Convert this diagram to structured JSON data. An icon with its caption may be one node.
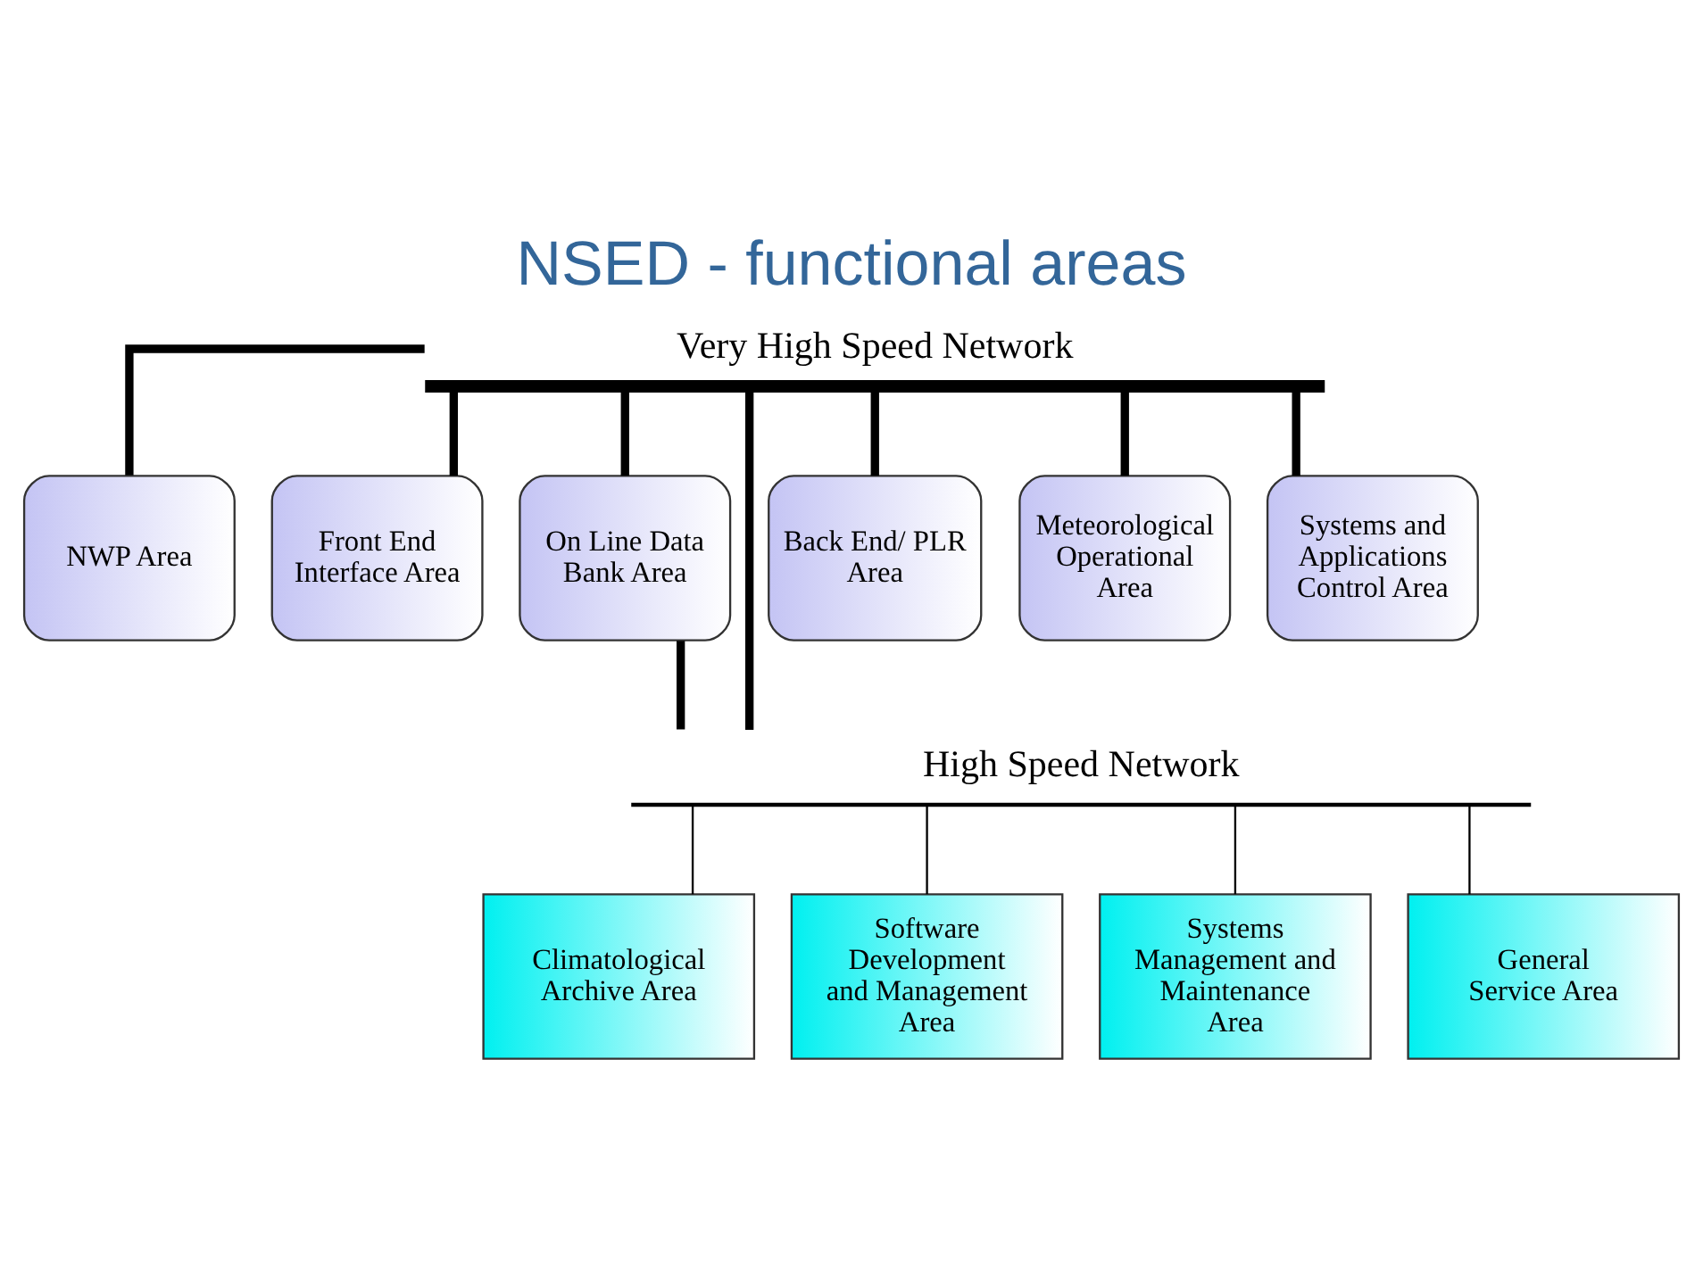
{
  "diagram": {
    "title": "NSED - functional areas",
    "nodes": [
      {
        "text": [
          "Very High Speed Network"
        ]
      },
      {
        "text": [
          "NWP Area"
        ]
      },
      {
        "text": [
          "Front End Interface Area"
        ]
      },
      {
        "text": [
          "On Line Data Bank Area"
        ]
      },
      {
        "text": [
          "Back End/ PLR Area"
        ]
      },
      {
        "text": [
          "Meteorological Operational Area"
        ]
      },
      {
        "text": [
          "Systems and Applications Control Area"
        ]
      },
      {
        "text": [
          "High Speed Network"
        ]
      },
      {
        "text": [
          "Climatological Archive Area"
        ]
      },
      {
        "text": [
          "Software Development and Management Area"
        ]
      },
      {
        "text": [
          "Systems Management and Maintenance Area"
        ]
      },
      {
        "text": [
          "General Service Area"
        ]
      }
    ],
    "edges": [
      {
        "from": 0,
        "to": 1,
        "arrow": "none"
      },
      {
        "from": 0,
        "to": 2,
        "arrow": "none"
      },
      {
        "from": 0,
        "to": 3,
        "arrow": "none"
      },
      {
        "from": 0,
        "to": 4,
        "arrow": "none"
      },
      {
        "from": 0,
        "to": 5,
        "arrow": "none"
      },
      {
        "from": 0,
        "to": 6,
        "arrow": "none"
      },
      {
        "from": 3,
        "to": 7,
        "arrow": "none"
      },
      {
        "from": 0,
        "to": 7,
        "arrow": "none"
      },
      {
        "from": 7,
        "to": 8,
        "arrow": "none"
      },
      {
        "from": 7,
        "to": 9,
        "arrow": "none"
      },
      {
        "from": 7,
        "to": 10,
        "arrow": "none"
      },
      {
        "from": 7,
        "to": 11,
        "arrow": "none"
      }
    ]
  }
}
